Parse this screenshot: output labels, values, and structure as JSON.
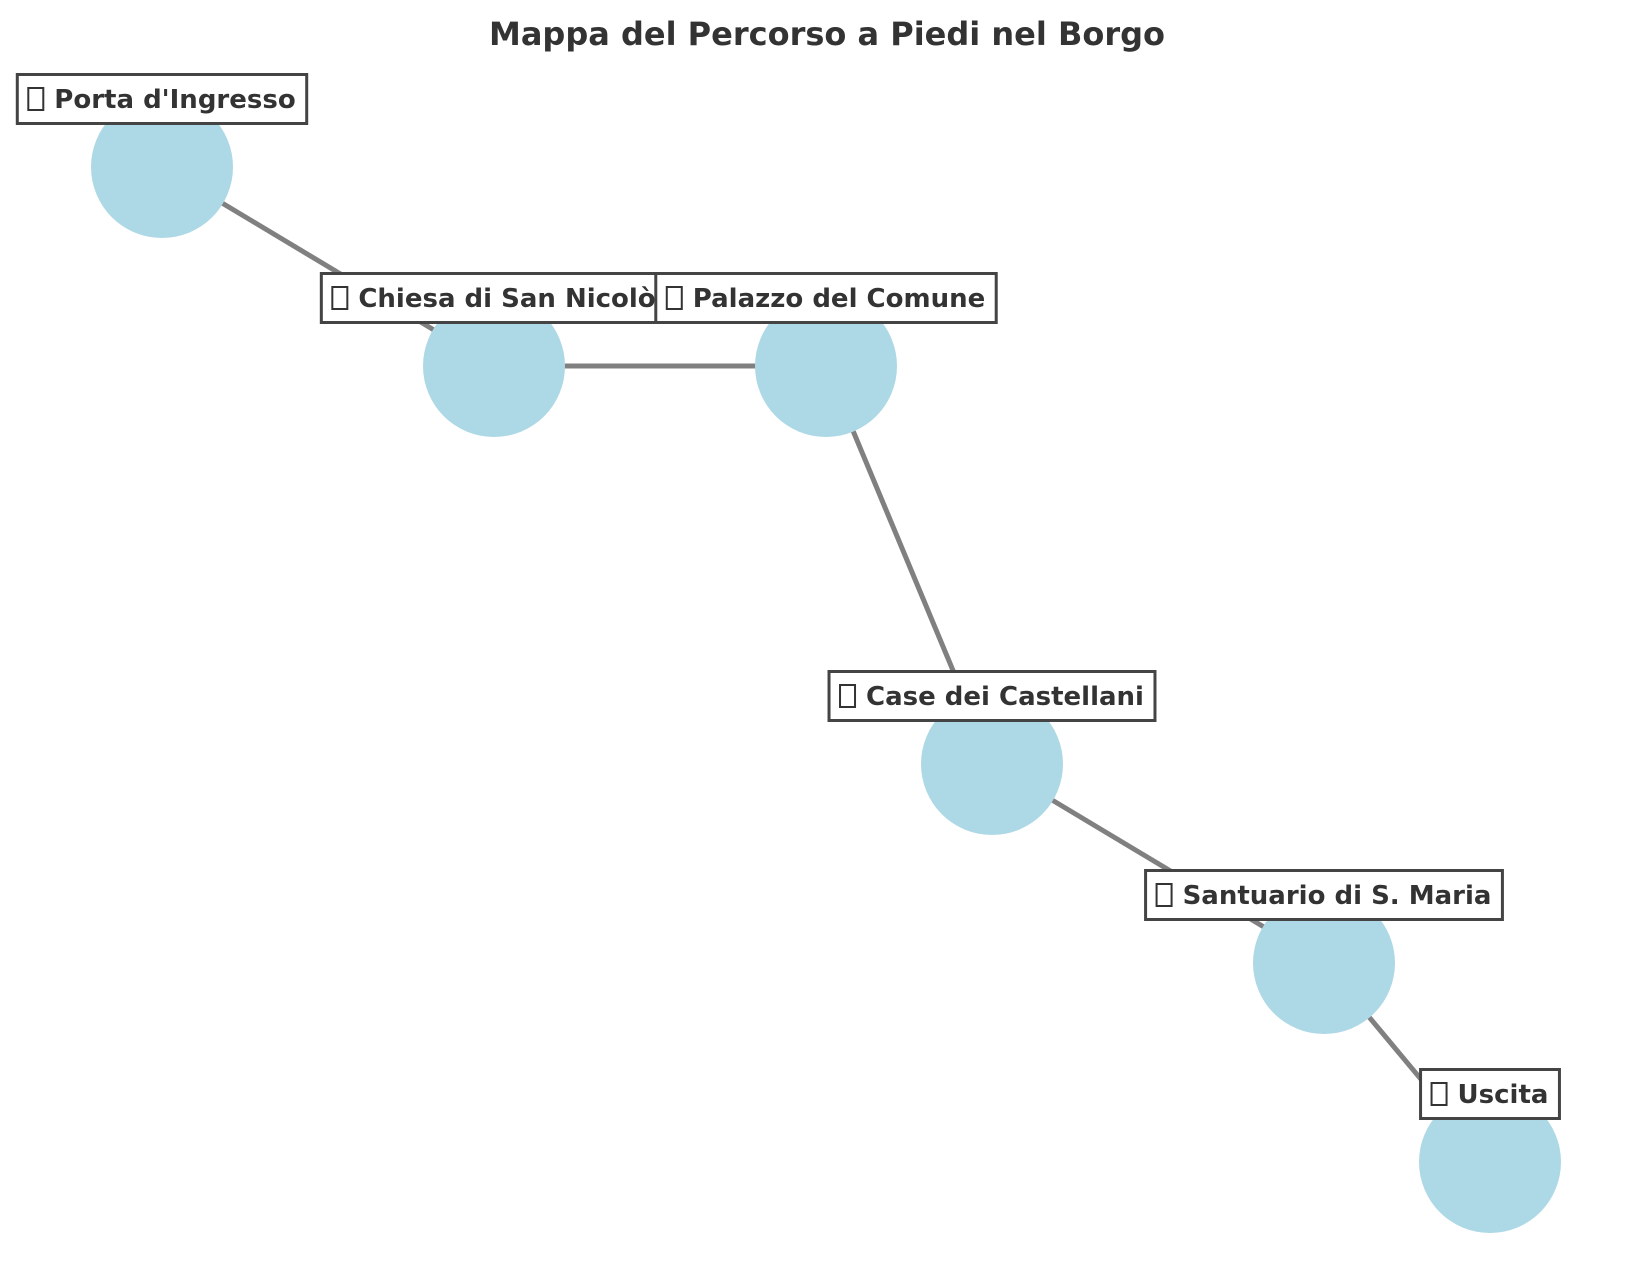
{
  "title": "Mappa del Percorso a Piedi nel Borgo",
  "colors": {
    "node_fill": "#add8e6",
    "edge": "#808080",
    "label_border": "#444444",
    "text": "#333333"
  },
  "nodes": [
    {
      "id": "porta",
      "icon": "missing-glyph-icon",
      "label": "Porta d'Ingresso"
    },
    {
      "id": "chiesa",
      "icon": "missing-glyph-icon",
      "label": "Chiesa di San Nicolò"
    },
    {
      "id": "palazzo",
      "icon": "missing-glyph-icon",
      "label": "Palazzo del Comune"
    },
    {
      "id": "case",
      "icon": "missing-glyph-icon",
      "label": "Case dei Castellani"
    },
    {
      "id": "santuario",
      "icon": "missing-glyph-icon",
      "label": "Santuario di S. Maria"
    },
    {
      "id": "uscita",
      "icon": "missing-glyph-icon",
      "label": "Uscita"
    }
  ],
  "edges": [
    {
      "from": "porta",
      "to": "chiesa"
    },
    {
      "from": "chiesa",
      "to": "palazzo"
    },
    {
      "from": "palazzo",
      "to": "case"
    },
    {
      "from": "case",
      "to": "santuario"
    },
    {
      "from": "santuario",
      "to": "uscita"
    }
  ]
}
